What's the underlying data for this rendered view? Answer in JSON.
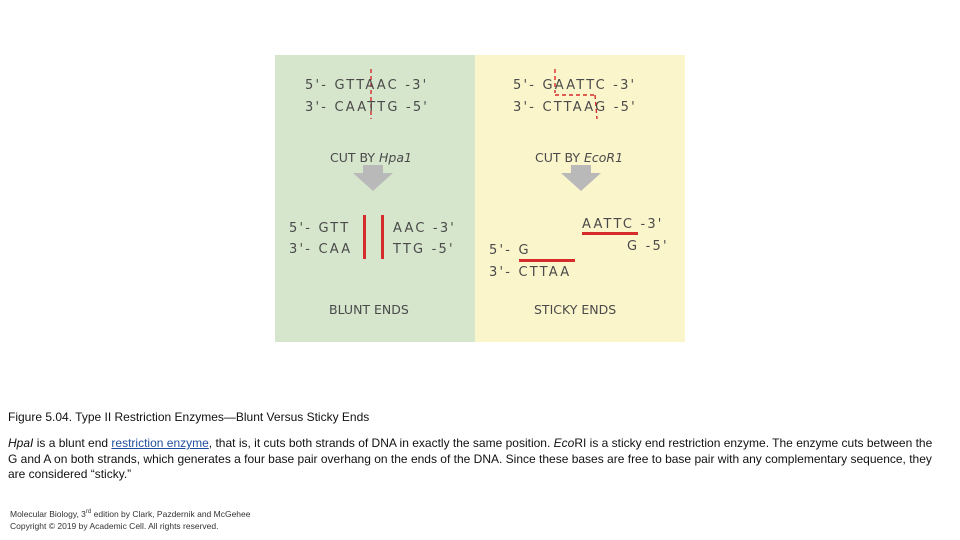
{
  "figure": {
    "colors": {
      "left_bg": "#d6e6cd",
      "right_bg": "#fbf5cc",
      "cut_red": "#d62b2b",
      "arrow_gray": "#b9b9b9",
      "text_gray": "#4a4a4a"
    },
    "left": {
      "top_strand": "5'- GTTAAC -3'",
      "bottom_strand": "3'- CAATTG -5'",
      "cut_label_prefix": "CUT BY ",
      "cut_label_enzyme": "Hpa1",
      "frag_left_top": "5'- GTT",
      "frag_left_bottom": "3'- CAA",
      "frag_right_top": "AAC -3'",
      "frag_right_bottom": "TTG -5'",
      "result_label": "BLUNT ENDS"
    },
    "right": {
      "top_strand": "5'- GAATTC -3'",
      "bottom_strand": "3'- CTTAAG -5'",
      "cut_label_prefix": "CUT BY ",
      "cut_label_enzyme": "EcoR1",
      "frag_upper_top": "AATTC -3'",
      "frag_upper_bottom": "G -5'",
      "frag_lower_top": "5'- G",
      "frag_lower_bottom": "3'- CTTAA",
      "result_label": "STICKY ENDS"
    }
  },
  "caption": {
    "title": "Figure 5.04. Type II Restriction Enzymes—Blunt Versus Sticky Ends",
    "d1": "HpaI",
    "d2": " is a blunt end ",
    "d3": "restriction enzyme",
    "d4": ", that is, it cuts both strands of DNA in exactly the same position. ",
    "d5": "Eco",
    "d6": "RI is a sticky end restriction enzyme. The enzyme cuts between the G and A on both strands, which generates a four base pair overhang on the ends of the DNA. Since these bases are free to base pair with any complementary sequence, they are considered “sticky.”"
  },
  "credit": {
    "line1_a": "Molecular Biology, 3",
    "line1_sup": "rd",
    "line1_b": " edition by Clark, Pazdernik and McGehee",
    "line2": "Copyright © 2019 by Academic Cell. All rights reserved."
  }
}
